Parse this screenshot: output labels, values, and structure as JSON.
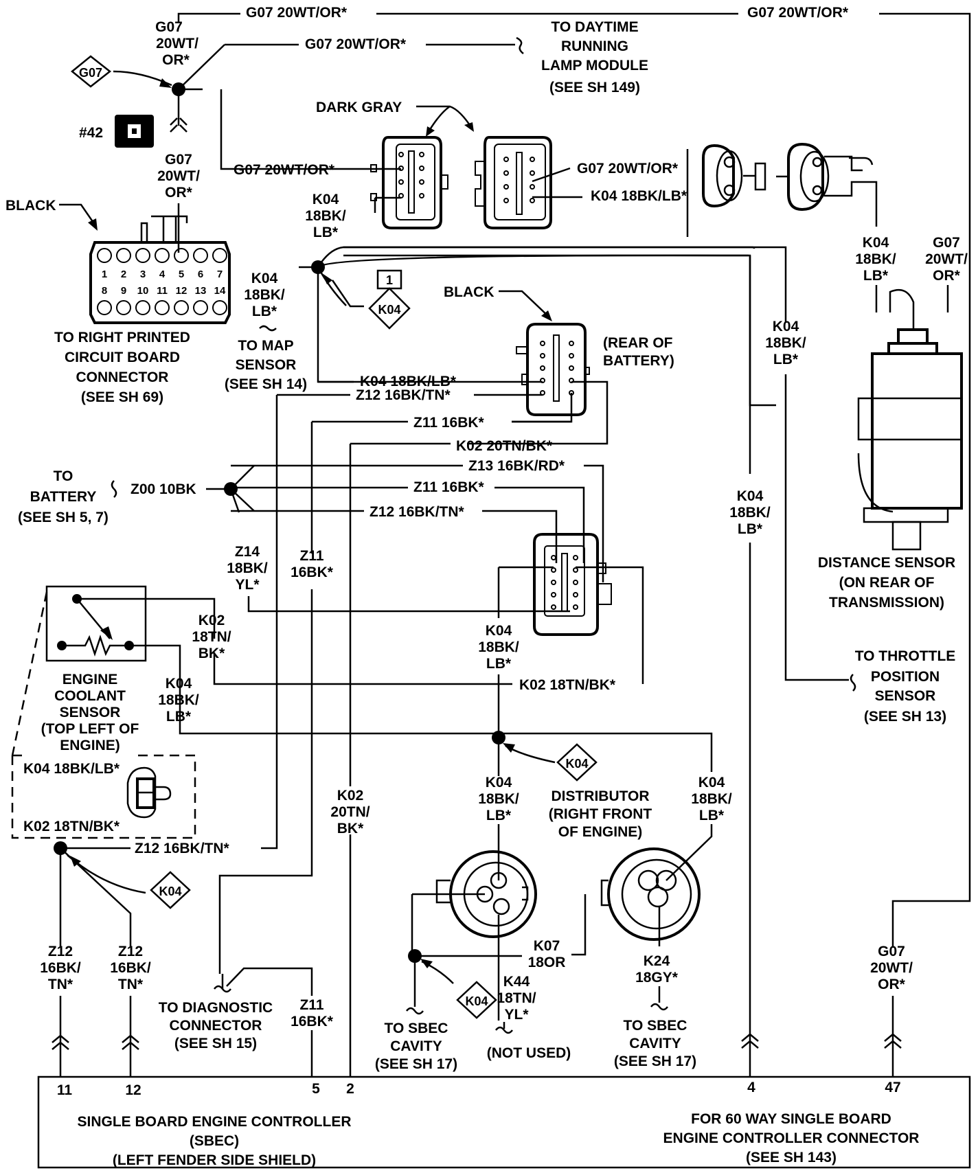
{
  "top_wires": {
    "g07_top_left": "G07 20WT/OR*",
    "g07_top_right": "G07 20WT/OR*",
    "g07_splice_upper": [
      "G07",
      "20WT/",
      "OR*"
    ],
    "g07_to_drl": "G07 20WT/OR*",
    "g07_splice_lower": [
      "G07",
      "20WT/",
      "OR*"
    ]
  },
  "daytime_running": [
    "TO DAYTIME",
    "RUNNING",
    "LAMP MODULE",
    "(SEE SH 149)"
  ],
  "splice_tags": {
    "g07": "G07",
    "k04_a": "K04",
    "k04_a_num": "1",
    "k04_b": "K04",
    "k04_c": "K04",
    "k04_d": "K04"
  },
  "ground_42": "#42",
  "dark_gray": "DARK GRAY",
  "connector_wires": {
    "g07_left": "G07 20WT/OR*",
    "g07_right": "G07 20WT/OR*",
    "k04_right": "K04 18BK/LB*",
    "k04_vert": [
      "K04",
      "18BK/",
      "LB*"
    ]
  },
  "black_left": "BLACK",
  "pcb_pins_top": [
    "1",
    "2",
    "3",
    "4",
    "5",
    "6",
    "7"
  ],
  "pcb_pins_bottom": [
    "8",
    "9",
    "10",
    "11",
    "12",
    "13",
    "14"
  ],
  "pcb_caption": [
    "TO RIGHT PRINTED",
    "CIRCUIT BOARD",
    "CONNECTOR",
    "(SEE SH 69)"
  ],
  "map_sensor": {
    "wire": [
      "K04",
      "18BK/",
      "LB*"
    ],
    "caption": [
      "TO MAP",
      "SENSOR",
      "(SEE SH 14)"
    ]
  },
  "distance_sensor_wires": {
    "k04": [
      "K04",
      "18BK/",
      "LB*"
    ],
    "g07": [
      "G07",
      "20WT/",
      "OR*"
    ]
  },
  "distance_sensor": [
    "DISTANCE SENSOR",
    "(ON REAR OF",
    "TRANSMISSION)"
  ],
  "black_battery": "BLACK",
  "rear_battery": [
    "(REAR OF",
    "BATTERY)"
  ],
  "battery_conn_wires": {
    "k04": "K04 18BK/LB*",
    "z12": "Z12 16BK/TN*"
  },
  "mid_wires": {
    "z11_a": "Z11 16BK*",
    "k02_a": "K02 20TN/BK*",
    "z13": "Z13 16BK/RD*",
    "z11_b": "Z11 16BK*",
    "z12_b": "Z12 16BK/TN*"
  },
  "right_k04_a": [
    "K04",
    "18BK/",
    "LB*"
  ],
  "right_k04_b": [
    "K04",
    "18BK/",
    "LB*"
  ],
  "to_battery": [
    "TO",
    "BATTERY",
    "(SEE SH 5, 7)"
  ],
  "z00": "Z00 10BK",
  "z14": [
    "Z14",
    "18BK/",
    "YL*"
  ],
  "z11_vert": [
    "Z11",
    "16BK*"
  ],
  "k02_18": [
    "K02",
    "18TN/",
    "BK*"
  ],
  "k04_18_left": [
    "K04",
    "18BK/",
    "LB*"
  ],
  "k04_center": [
    "K04",
    "18BK/",
    "LB*"
  ],
  "k02_horiz": "K02 18TN/BK*",
  "coolant_sensor": [
    "ENGINE",
    "COOLANT",
    "SENSOR",
    "(TOP LEFT OF",
    "ENGINE)"
  ],
  "throttle": [
    "TO THROTTLE",
    "POSITION",
    "SENSOR",
    "(SEE SH 13)"
  ],
  "dashed_box": {
    "k04": "K04 18BK/LB*",
    "k02": "K02 18TN/BK*"
  },
  "z12_horiz": "Z12 16BK/TN*",
  "k02_20_vert": [
    "K02",
    "20TN/",
    "BK*"
  ],
  "k04_dist_left": [
    "K04",
    "18BK/",
    "LB*"
  ],
  "distributor": [
    "DISTRIBUTOR",
    "(RIGHT FRONT",
    "OF ENGINE)"
  ],
  "k04_dist_right": [
    "K04",
    "18BK/",
    "LB*"
  ],
  "z12_left_a": [
    "Z12",
    "16BK/",
    "TN*"
  ],
  "z12_left_b": [
    "Z12",
    "16BK/",
    "TN*"
  ],
  "diag": [
    "TO DIAGNOSTIC",
    "CONNECTOR",
    "(SEE SH 15)"
  ],
  "z11_bottom": [
    "Z11",
    "16BK*"
  ],
  "k07": [
    "K07",
    "18OR"
  ],
  "k44": [
    "K44",
    "18TN/",
    "YL*"
  ],
  "not_used": "(NOT USED)",
  "k24": [
    "K24",
    "18GY*"
  ],
  "sbec_cavity_left": [
    "TO SBEC",
    "CAVITY",
    "(SEE SH 17)"
  ],
  "sbec_cavity_right": [
    "TO SBEC",
    "CAVITY",
    "(SEE SH 17)"
  ],
  "g07_bottom": [
    "G07",
    "20WT/",
    "OR*"
  ],
  "pins": {
    "p11": "11",
    "p12": "12",
    "p5": "5",
    "p2": "2",
    "p4": "4",
    "p47": "47"
  },
  "sbec_caption": [
    "SINGLE BOARD ENGINE CONTROLLER",
    "(SBEC)",
    "(LEFT FENDER SIDE SHIELD)"
  ],
  "sbec_connector": [
    "FOR 60 WAY SINGLE BOARD",
    "ENGINE CONTROLLER CONNECTOR",
    "(SEE SH 143)"
  ]
}
